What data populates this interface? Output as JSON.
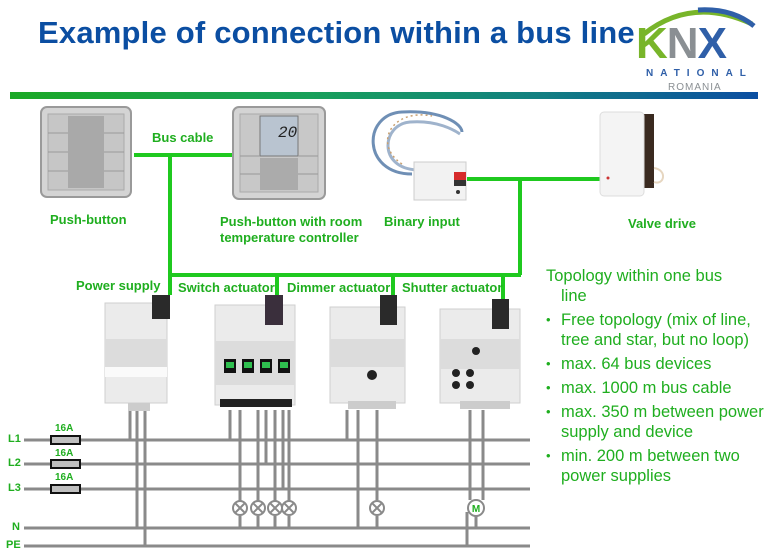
{
  "title": "Example of connection within a bus line",
  "logo": {
    "mark": "KNX",
    "k": "K",
    "n": "N",
    "x": "X",
    "line1": "NATIONAL",
    "line2": "ROMANIA"
  },
  "bus_cable_label": "Bus cable",
  "devices": {
    "push_button": "Push-button",
    "room_controller_line1": "Push-button with room",
    "room_controller_line2": "temperature controller",
    "room_controller_display": "20",
    "binary_input": "Binary input",
    "valve_drive": "Valve drive",
    "power_supply": "Power supply",
    "switch_actuator": "Switch actuator",
    "dimmer_actuator": "Dimmer actuator",
    "shutter_actuator": "Shutter actuator"
  },
  "mains": {
    "phases": [
      "L1",
      "L2",
      "L3",
      "N",
      "PE"
    ],
    "fuses": [
      "16A",
      "16A",
      "16A"
    ],
    "motor_label": "M"
  },
  "topology": {
    "heading": "Topology within one bus",
    "heading_cont": "line",
    "bullets": [
      "Free topology (mix of line, tree and star, but no loop)",
      "max. 64 bus devices",
      "max. 1000 m bus cable",
      "max. 350 m between power supply and device",
      "min. 200 m between two power supplies"
    ]
  },
  "colors": {
    "title": "#0b4ea2",
    "bus": "#1fc91f",
    "label": "#1fae1f",
    "wire": "#8a8a8a"
  }
}
